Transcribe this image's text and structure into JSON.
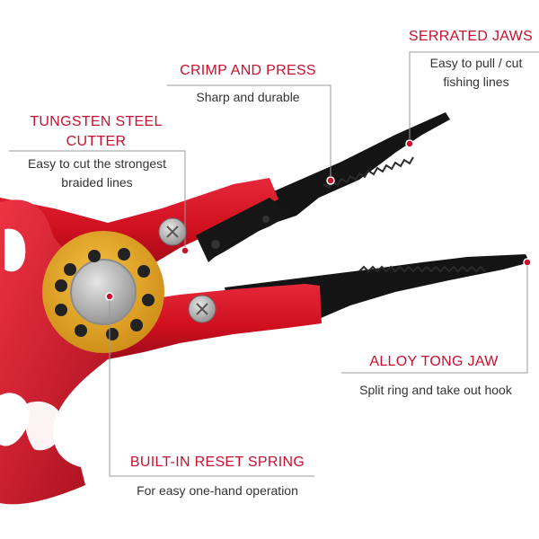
{
  "colors": {
    "accent_red": "#c8102e",
    "body_red": "#d81226",
    "body_red_dark": "#a50c1c",
    "jaw_black": "#151515",
    "pivot_gold": "#e0a21e",
    "screw_silver": "#b9b9b9",
    "leader_line": "#999999"
  },
  "callouts": {
    "serrated_jaws": {
      "title": "SERRATED JAWS",
      "desc_line1": "Easy to pull / cut",
      "desc_line2": "fishing lines"
    },
    "crimp_press": {
      "title": "CRIMP AND PRESS",
      "desc": "Sharp and durable"
    },
    "tungsten_cutter": {
      "title_line1": "TUNGSTEN STEEL",
      "title_line2": "CUTTER",
      "desc_line1": "Easy to cut the strongest",
      "desc_line2": "braided lines"
    },
    "alloy_jaw": {
      "title": "ALLOY TONG JAW",
      "desc": "Split ring and take out hook"
    },
    "reset_spring": {
      "title": "BUILT-IN RESET SPRING",
      "desc": "For easy one-hand operation"
    }
  },
  "image": {
    "subject": "fishing-pliers"
  }
}
